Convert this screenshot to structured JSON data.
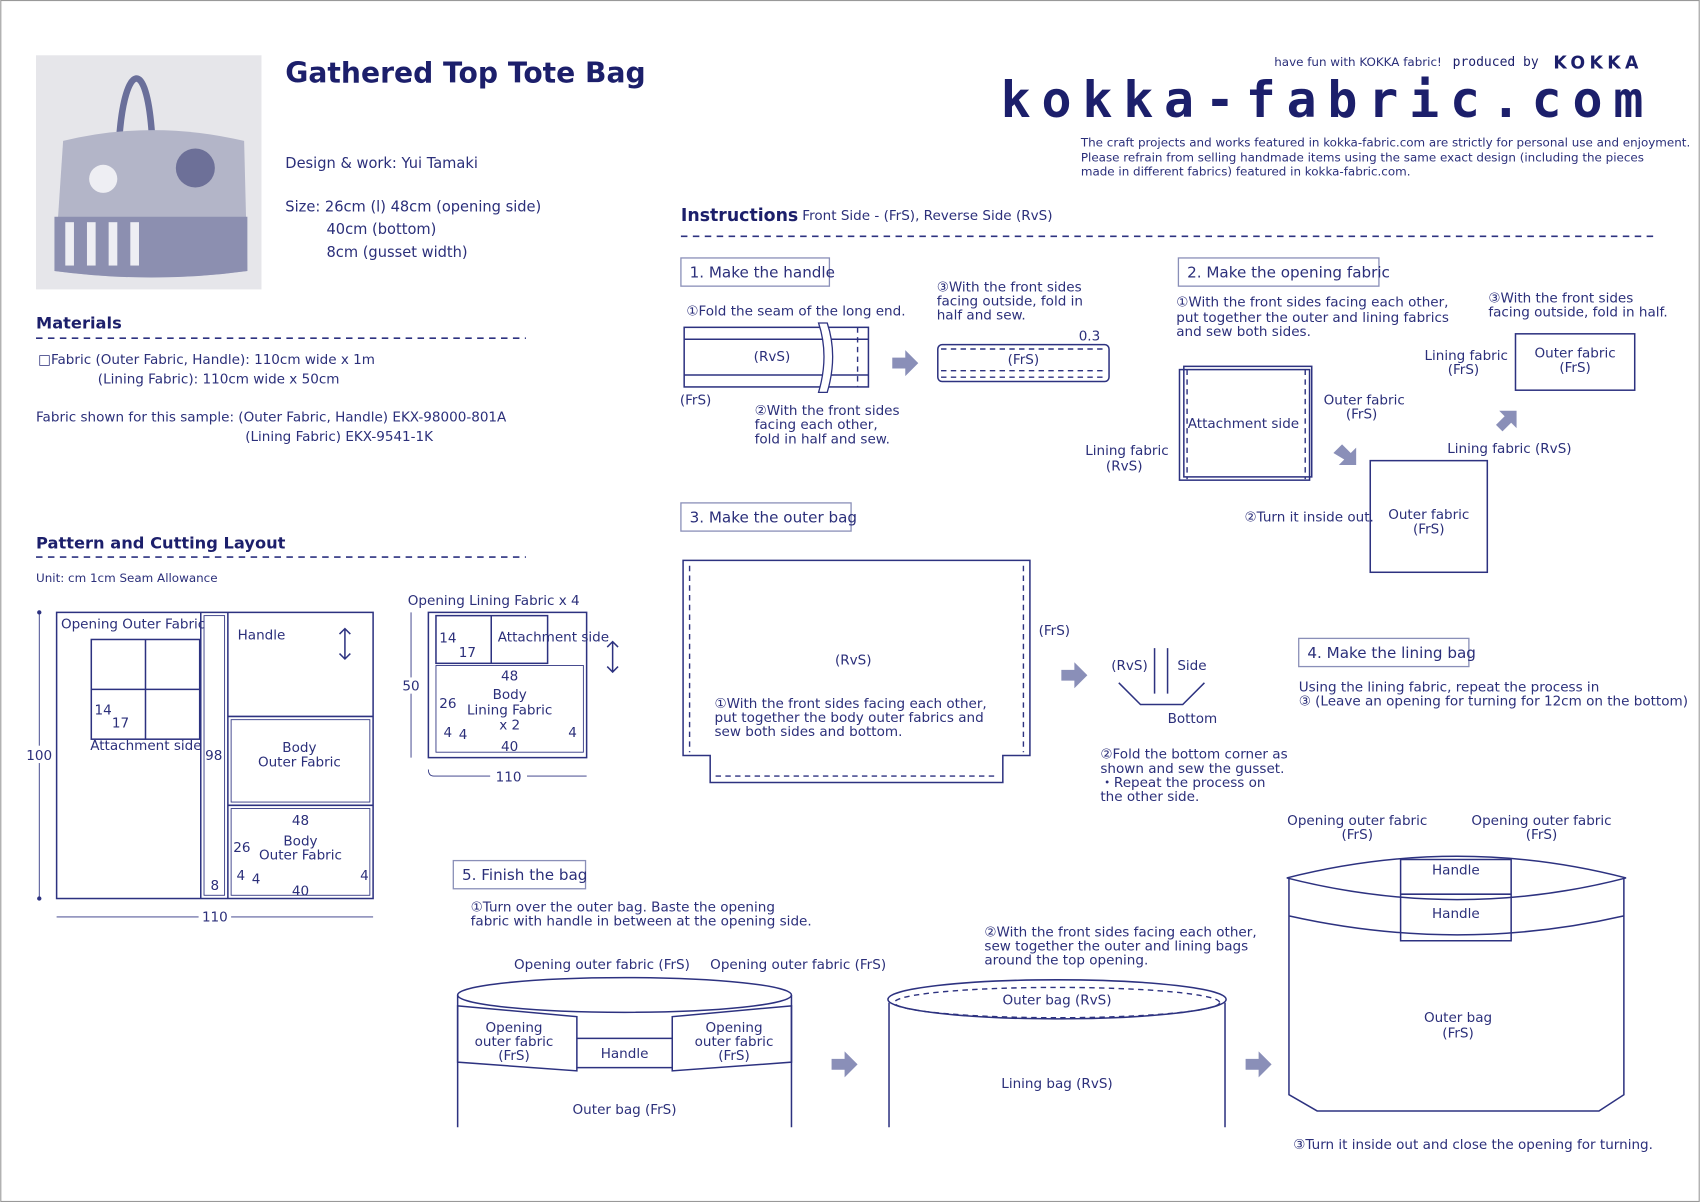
{
  "header": {
    "title": "Gathered Top Tote Bag",
    "designer": "Design & work: Yui Tamaki",
    "size_lines": [
      "Size: 26cm (l)  48cm (opening side)",
      "40cm (bottom)",
      "8cm (gusset width)"
    ],
    "tagline": "have fun with KOKKA fabric!",
    "produced_by": "produced by",
    "brand": "KOKKA",
    "logo": "kokka-fabric.com",
    "disclaimer": [
      "The craft projects and works featured in kokka-fabric.com are strictly for personal use and enjoyment.",
      "Please refrain from selling handmade items using the same exact design (including the pieces",
      "made in different fabrics) featured in kokka-fabric.com."
    ]
  },
  "materials": {
    "heading": "Materials",
    "lines": [
      "□Fabric (Outer Fabric, Handle): 110cm wide x 1m",
      "(Lining Fabric): 110cm wide x 50cm"
    ],
    "sample_lines": [
      "Fabric shown for this sample: (Outer Fabric, Handle) EKX-98000-801A",
      "(Lining Fabric) EKX-9541-1K"
    ]
  },
  "pattern": {
    "heading": "Pattern and Cutting Layout",
    "unit": "Unit: cm    1cm Seam Allowance",
    "outer": {
      "opening": "Opening Outer Fabric",
      "handle": "Handle",
      "attach": "Attachment side",
      "body1": [
        "Body",
        "Outer Fabric"
      ],
      "body2": [
        "Body",
        "Outer Fabric"
      ],
      "d100": "100",
      "d98": "98",
      "d110": "110",
      "d14": "14",
      "d17": "17",
      "d48": "48",
      "d26": "26",
      "d8": "8",
      "d4a": "4",
      "d4b": "4",
      "d4c": "4",
      "d40": "40"
    },
    "lining": {
      "opening": "Opening Lining Fabric x 4",
      "attach": "Attachment side",
      "body": [
        "Body",
        "Lining Fabric",
        "x 2"
      ],
      "d50": "50",
      "d110": "110",
      "d14": "14",
      "d17": "17",
      "d48": "48",
      "d26": "26",
      "d4a": "4",
      "d4b": "4",
      "d4c": "4",
      "d40": "40"
    }
  },
  "instructions": {
    "heading": "Instructions",
    "legend": "Front Side - (FrS), Reverse Side (RvS)",
    "step1": {
      "title": "1. Make the handle",
      "n1": "①Fold the seam of the long end.",
      "rvs": "(RvS)",
      "frs": "(FrS)",
      "n2": [
        "②With the front sides",
        "facing each other,",
        "fold in half and sew."
      ],
      "n3": [
        "③With the front sides",
        "facing outside, fold in",
        "half and sew."
      ],
      "frs2": "(FrS)",
      "d03": "0.3"
    },
    "step2": {
      "title": "2. Make the opening fabric",
      "n1": [
        "①With the front sides facing each other,",
        "put together the outer and lining fabrics",
        "and sew both sides."
      ],
      "attach": "Attachment side",
      "outer_frs": [
        "Outer fabric",
        "(FrS)"
      ],
      "lining_rvs": [
        "Lining fabric",
        "(RvS)"
      ],
      "n2": "②Turn it inside out.",
      "lining_rvs2": "Lining fabric (RvS)",
      "outer_frs2": [
        "Outer fabric",
        "(FrS)"
      ],
      "n3": [
        "③With the front sides",
        "facing outside, fold in half."
      ],
      "lining_frs": [
        "Lining fabric",
        "(FrS)"
      ],
      "outer_frs3": [
        "Outer fabric",
        "(FrS)"
      ]
    },
    "step3": {
      "title": "3. Make the outer bag",
      "rvs": "(RvS)",
      "frs": "(FrS)",
      "n1": [
        "①With the front sides facing each other,",
        "put together the body outer fabrics and",
        "sew both sides and bottom."
      ],
      "rvs2": "(RvS)",
      "side": "Side",
      "bottom": "Bottom",
      "n2": [
        "②Fold the bottom corner as",
        "shown and sew the gusset.",
        "・Repeat the process on",
        "the other side."
      ]
    },
    "step4": {
      "title": "4. Make the lining bag",
      "lines": [
        "Using the lining fabric, repeat the process in",
        "③ (Leave an opening for turning for 12cm on the bottom)"
      ]
    },
    "step5": {
      "title": "5. Finish the bag",
      "n1": [
        "①Turn over the outer bag. Baste the opening",
        "fabric with handle in between at the opening side."
      ],
      "oof1": "Opening outer fabric (FrS)",
      "oof2": "Opening outer fabric (FrS)",
      "open_l": [
        "Opening",
        "outer fabric",
        "(FrS)"
      ],
      "handle": "Handle",
      "open_r": [
        "Opening",
        "outer fabric",
        "(FrS)"
      ],
      "outer_bag": "Outer bag (FrS)",
      "n2": [
        "②With the front sides facing each other,",
        "sew together the outer and lining bags",
        "around the top opening."
      ],
      "outer_rvs": "Outer bag (RvS)",
      "lining_rvs": "Lining bag (RvS)",
      "oof3": [
        "Opening outer fabric",
        "(FrS)"
      ],
      "oof4": [
        "Opening outer fabric",
        "(FrS)"
      ],
      "handle1": "Handle",
      "handle2": "Handle",
      "outer_frs": [
        "Outer bag",
        "(FrS)"
      ],
      "n3": "③Turn it inside out and close the opening for turning."
    }
  },
  "colors": {
    "navy": "#1c1f6b",
    "text": "#2b2f7a",
    "arrow": "#8a8fb8"
  }
}
